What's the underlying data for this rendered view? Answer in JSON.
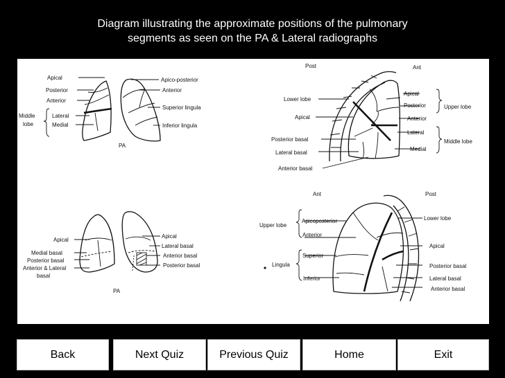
{
  "title": {
    "line1": "Diagram illustrating the approximate positions of the pulmonary",
    "line2": "segments as seen on the PA & Lateral radiographs"
  },
  "diagrams": {
    "pa_upper": {
      "apical": "Apical",
      "posterior": "Posterior",
      "anterior": "Anterior",
      "middle_lobe_line1": "Middle",
      "middle_lobe_line2": "lobe",
      "lateral": "Lateral",
      "medial": "Medial",
      "apico_posterior": "Apico-posterior",
      "anterior_right": "Anterior",
      "superior_lingula": "Superior lingula",
      "inferior_lingula": "Inferior lingula",
      "pa": "PA"
    },
    "lateral_upper": {
      "post": "Post",
      "ant": "Ant",
      "lower_lobe": "Lower lobe",
      "apical_left": "Apical",
      "posterior_basal": "Posterior basal",
      "lateral_basal": "Lateral basal",
      "anterior_basal": "Anterior basal",
      "apical_right": "Apical",
      "posterior": "Posterior",
      "anterior": "Anterior",
      "lateral": "Lateral",
      "medial": "Medial",
      "upper_lobe": "Upper lobe",
      "middle_lobe": "Middle lobe"
    },
    "pa_lower": {
      "apical_left": "Apical",
      "medial_basal": "Medial basal",
      "posterior_basal": "Posterior basal",
      "anterior_lateral_line1": "Anterior & Lateral",
      "anterior_lateral_line2": "basal",
      "apical_right": "Apical",
      "lateral_basal": "Lateral basal",
      "anterior_basal": "Anterior basal",
      "posterior_basal_right": "Posterior basal",
      "pa": "PA"
    },
    "lateral_lower": {
      "ant": "Ant",
      "post": "Post",
      "upper_lobe": "Upper lobe",
      "apicoposterior": "Apicoposterior",
      "anterior": "Anterior",
      "lingula": "Lingula",
      "superior": "Superior",
      "inferior": "Inferior",
      "lower_lobe": "Lower lobe",
      "apical": "Apical",
      "posterior_basal": "Posterior basal",
      "lateral_basal": "Lateral basal",
      "anterior_basal": "Anterior basal"
    }
  },
  "nav": {
    "back": "Back",
    "next_quiz": "Next Quiz",
    "previous_quiz": "Previous Quiz",
    "home": "Home",
    "exit": "Exit"
  }
}
